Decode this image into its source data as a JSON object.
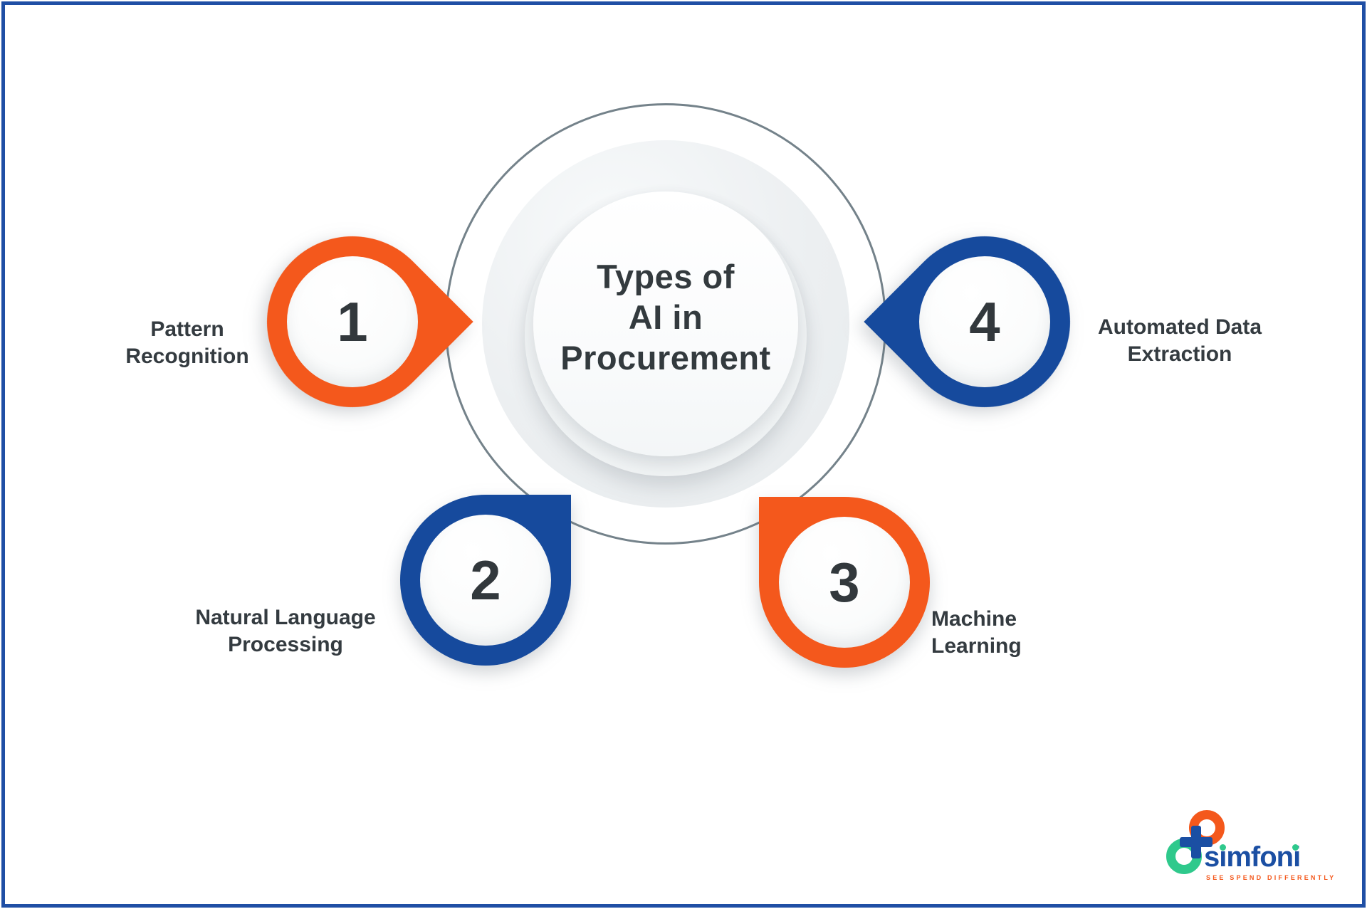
{
  "diagram": {
    "title_lines": [
      "Types of",
      "AI in",
      "Procurement"
    ],
    "markers": [
      {
        "number": "1",
        "label_lines": [
          "Pattern",
          "Recognition"
        ],
        "color": "#F4581C",
        "tip_direction": "right"
      },
      {
        "number": "2",
        "label_lines": [
          "Natural Language",
          "Processing"
        ],
        "color": "#164A9D",
        "tip_direction": "up-right"
      },
      {
        "number": "3",
        "label_lines": [
          "Machine",
          "Learning"
        ],
        "color": "#F4581C",
        "tip_direction": "up-left"
      },
      {
        "number": "4",
        "label_lines": [
          "Automated Data",
          "Extraction"
        ],
        "color": "#164A9D",
        "tip_direction": "left"
      }
    ]
  },
  "logo": {
    "wordmark": "simfoni",
    "tagline": "SEE SPEND DIFFERENTLY"
  },
  "colors": {
    "orange": "#F4581C",
    "blue": "#164A9D",
    "frame_border": "#1F4FA5",
    "text_dark": "#343B40",
    "ring_outline": "#74828A",
    "logo_green": "#2FC98C",
    "logo_blue": "#1B4FA3"
  }
}
